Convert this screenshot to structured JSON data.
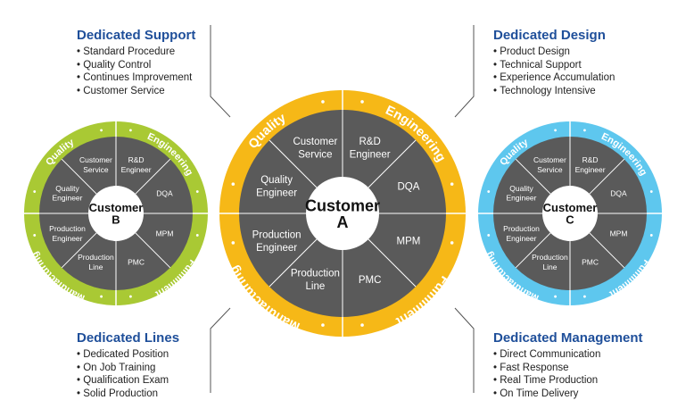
{
  "colors": {
    "title": "#1f4f9a",
    "segment_fill": "#5a5a5a",
    "wheel_a_ring": "#f6b817",
    "wheel_b_ring": "#a9c934",
    "wheel_c_ring": "#5ec7ee",
    "hub": "#ffffff",
    "connector": "#555555"
  },
  "support": {
    "title": "Dedicated Support",
    "items": [
      "Standard Procedure",
      "Quality Control",
      "Continues Improvement",
      "Customer Service"
    ]
  },
  "design": {
    "title": "Dedicated Design",
    "items": [
      "Product Design",
      "Technical Support",
      "Experience Accumulation",
      "Technology Intensive"
    ]
  },
  "lines": {
    "title": "Dedicated Lines",
    "items": [
      "Dedicated Position",
      "On Job Training",
      "Qualification Exam",
      "Solid Production"
    ]
  },
  "management": {
    "title": "Dedicated Management",
    "items": [
      "Direct Communication",
      "Fast Response",
      "Real Time Production",
      "On Time Delivery"
    ]
  },
  "wheels": [
    {
      "hub": [
        "Customer",
        "A"
      ],
      "ring": [
        "Quality",
        "Engineering",
        "Fulfillment",
        "Manufacturing"
      ],
      "segments": [
        "Customer Service",
        "R&D Engineer",
        "DQA",
        "MPM",
        "PMC",
        "Production Line",
        "Production Engineer",
        "Quality Engineer"
      ]
    },
    {
      "hub": [
        "Customer",
        "B"
      ],
      "ring": [
        "Quality",
        "Engineering",
        "Fulfillment",
        "Manufacturing"
      ],
      "segments": [
        "Customer Service",
        "R&D Engineer",
        "DQA",
        "MPM",
        "PMC",
        "Production Line",
        "Production Engineer",
        "Quality Engineer"
      ]
    },
    {
      "hub": [
        "Customer",
        "C"
      ],
      "ring": [
        "Quality",
        "Engineering",
        "Fulfillment",
        "Manufacturing"
      ],
      "segments": [
        "Customer Service",
        "R&D Engineer",
        "DQA",
        "MPM",
        "PMC",
        "Production Line",
        "Production Engineer",
        "Quality Engineer"
      ]
    }
  ]
}
